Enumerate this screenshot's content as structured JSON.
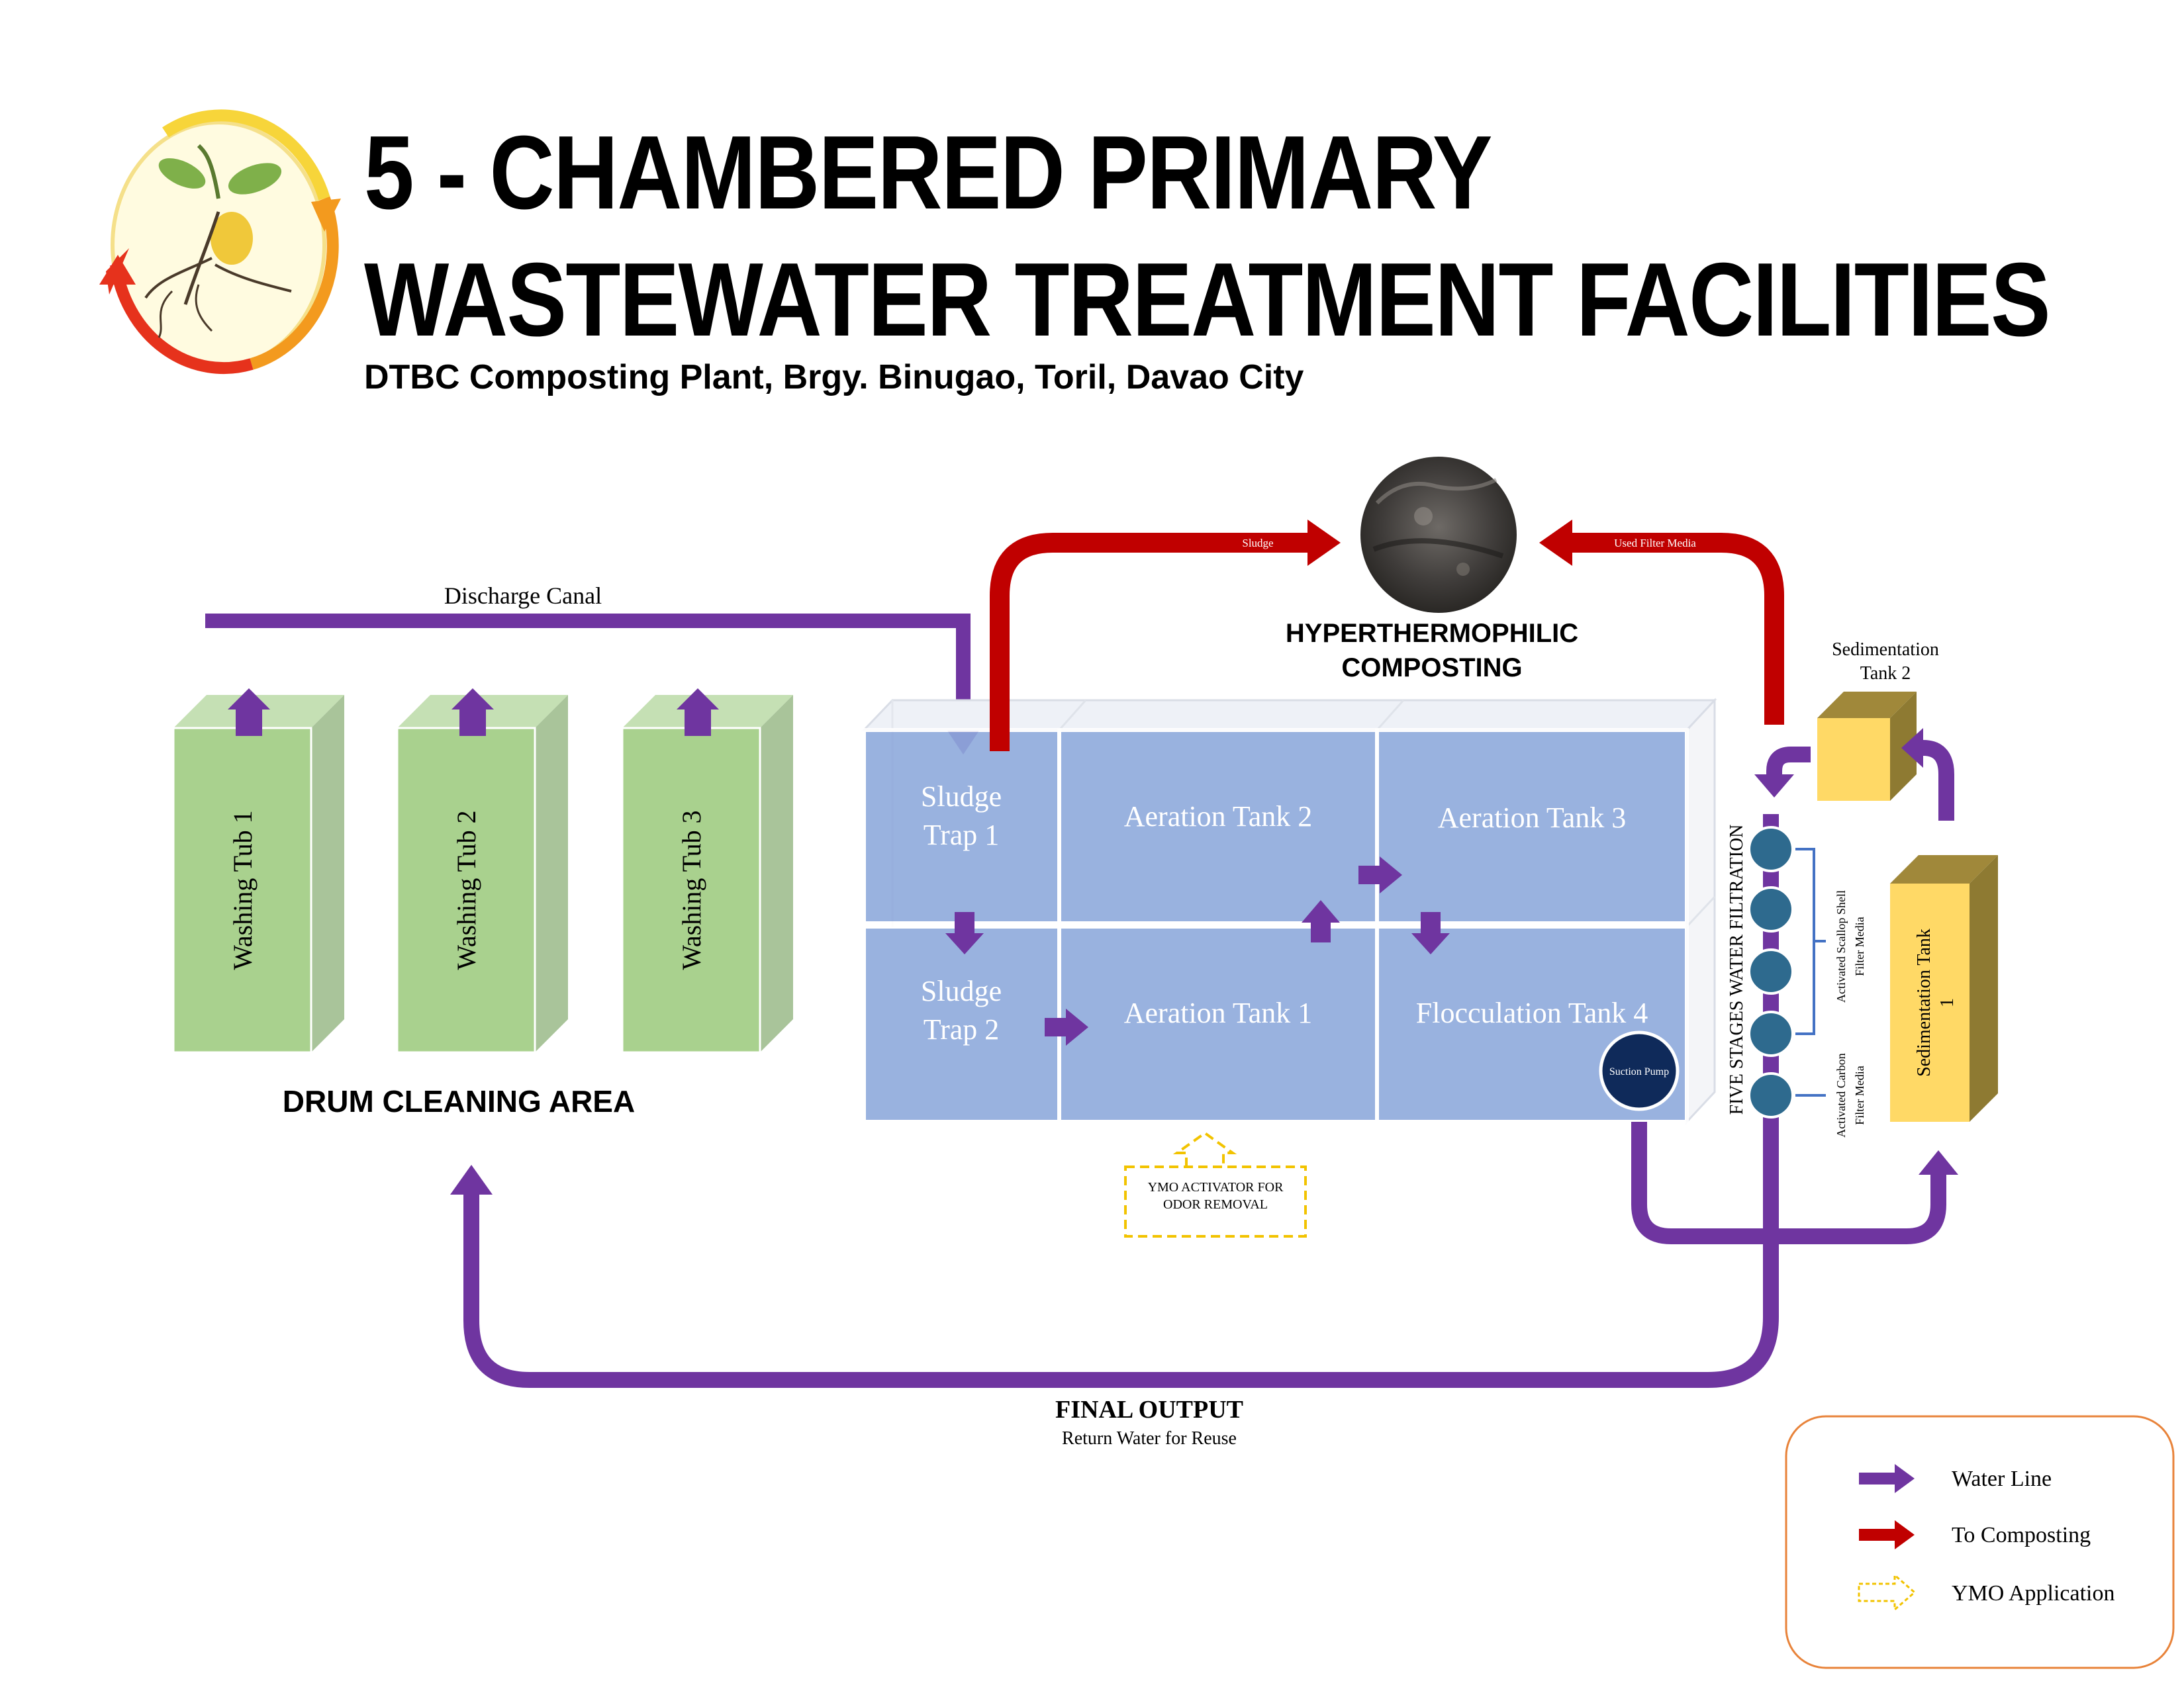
{
  "header": {
    "title_line_1": "5 - CHAMBERED PRIMARY",
    "title_line_2": "WASTEWATER TREATMENT FACILITIES",
    "subtitle": "DTBC Composting Plant, Brgy. Binugao, Toril, Davao City"
  },
  "colors": {
    "water_line": "#6f35a0",
    "to_composting": "#c00000",
    "ymo_application": "#f2c300",
    "tub_green": "#a9d18e",
    "tank_blue": "#8faadc",
    "sedimentation_yellow": "#ffd966",
    "filter_dot": "#2e6a8e"
  },
  "drum_cleaning": {
    "area_label": "DRUM CLEANING AREA",
    "discharge_label": "Discharge Canal",
    "tubs": [
      "Washing Tub 1",
      "Washing Tub 2",
      "Washing Tub 3"
    ]
  },
  "tanks": {
    "sludge_trap_1": [
      "Sludge",
      "Trap 1"
    ],
    "sludge_trap_2": [
      "Sludge",
      "Trap 2"
    ],
    "aeration_tank_1": "Aeration Tank 1",
    "aeration_tank_2": "Aeration Tank 2",
    "aeration_tank_3": "Aeration Tank 3",
    "flocculation_tank_4": "Flocculation Tank 4",
    "suction_pump": "Suction Pump"
  },
  "composting": {
    "title_line_1": "HYPERTHERMOPHILIC",
    "title_line_2": "COMPOSTING",
    "sludge_label": "Sludge",
    "used_filter_label": "Used Filter Media"
  },
  "ymo": {
    "line_1": "YMO ACTIVATOR FOR",
    "line_2": "ODOR REMOVAL"
  },
  "filtration": {
    "title": "FIVE STAGES WATER FILTRATION",
    "scallop_line_1": "Activated Scallop Shell",
    "scallop_line_2": "Filter Media",
    "carbon_line_1": "Activated Carbon",
    "carbon_line_2": "Filter Media"
  },
  "sedimentation": {
    "tank_1_line_1": "Sedimentation Tank",
    "tank_1_line_2": "1",
    "tank_2_line_1": "Sedimentation",
    "tank_2_line_2": "Tank 2"
  },
  "final_output": {
    "title": "FINAL OUTPUT",
    "subtitle": "Return Water for Reuse"
  },
  "legend": {
    "water_line": "Water Line",
    "to_composting": "To Composting",
    "ymo_application": "YMO Application"
  }
}
